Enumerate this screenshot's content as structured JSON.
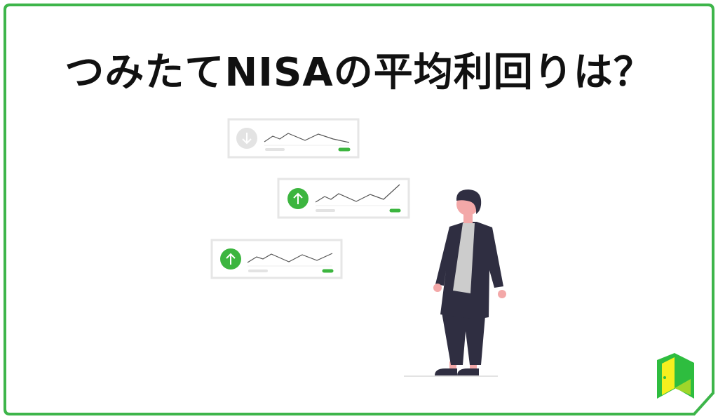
{
  "title": "つみたてNISAの平均利回りは？",
  "colors": {
    "frame": "#3db54a",
    "accent": "#3cb53f",
    "card_border": "#e6e6e6",
    "muted": "#e0e0e0",
    "coat": "#2f2e41",
    "skin": "#f3a8a8",
    "shirt": "#cccccc"
  },
  "cards": [
    {
      "trend": "down",
      "icon": "arrow-down-icon"
    },
    {
      "trend": "up",
      "icon": "arrow-up-icon"
    },
    {
      "trend": "up",
      "icon": "arrow-up-icon"
    }
  ]
}
